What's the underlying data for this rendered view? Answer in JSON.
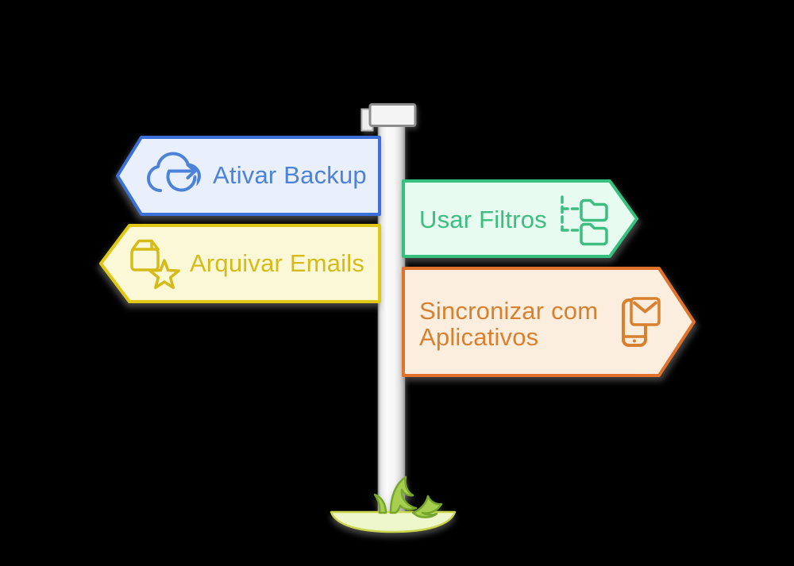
{
  "background_color": "#000000",
  "illustration": "signpost with four direction signs",
  "signs": [
    {
      "label": "Ativar Backup",
      "direction": "left",
      "fill": "#e9f0fc",
      "border": "#3b6fd9",
      "text_color": "#4d82d9",
      "icon": "cloud-sync-icon"
    },
    {
      "label": "Usar Filtros",
      "direction": "right",
      "fill": "#e7fbf0",
      "border": "#35c17d",
      "text_color": "#3dbd80",
      "icon": "folder-tree-icon"
    },
    {
      "label": "Arquivar Emails",
      "direction": "left",
      "fill": "#fbf8d8",
      "border": "#e0c713",
      "text_color": "#d6ba17",
      "icon": "archive-star-icon"
    },
    {
      "label": "Sincronizar com Aplicativos",
      "label_lines": [
        "Sincronizar com",
        "Aplicativos"
      ],
      "direction": "right",
      "fill": "#fbeede",
      "border": "#e0722c",
      "text_color": "#d9802f",
      "icon": "phone-mail-icon"
    }
  ],
  "post": {
    "fill": "#f4f4f4",
    "border": "#9c9c9c",
    "cap_fill": "#f4f4f4",
    "cap_border": "#8d8d8d"
  },
  "grass": {
    "mound_fill": "#eef6cc",
    "mound_edge": "#c8d64a",
    "blade_fill": "#a7cf4f",
    "blade_edge": "#76a62c"
  }
}
